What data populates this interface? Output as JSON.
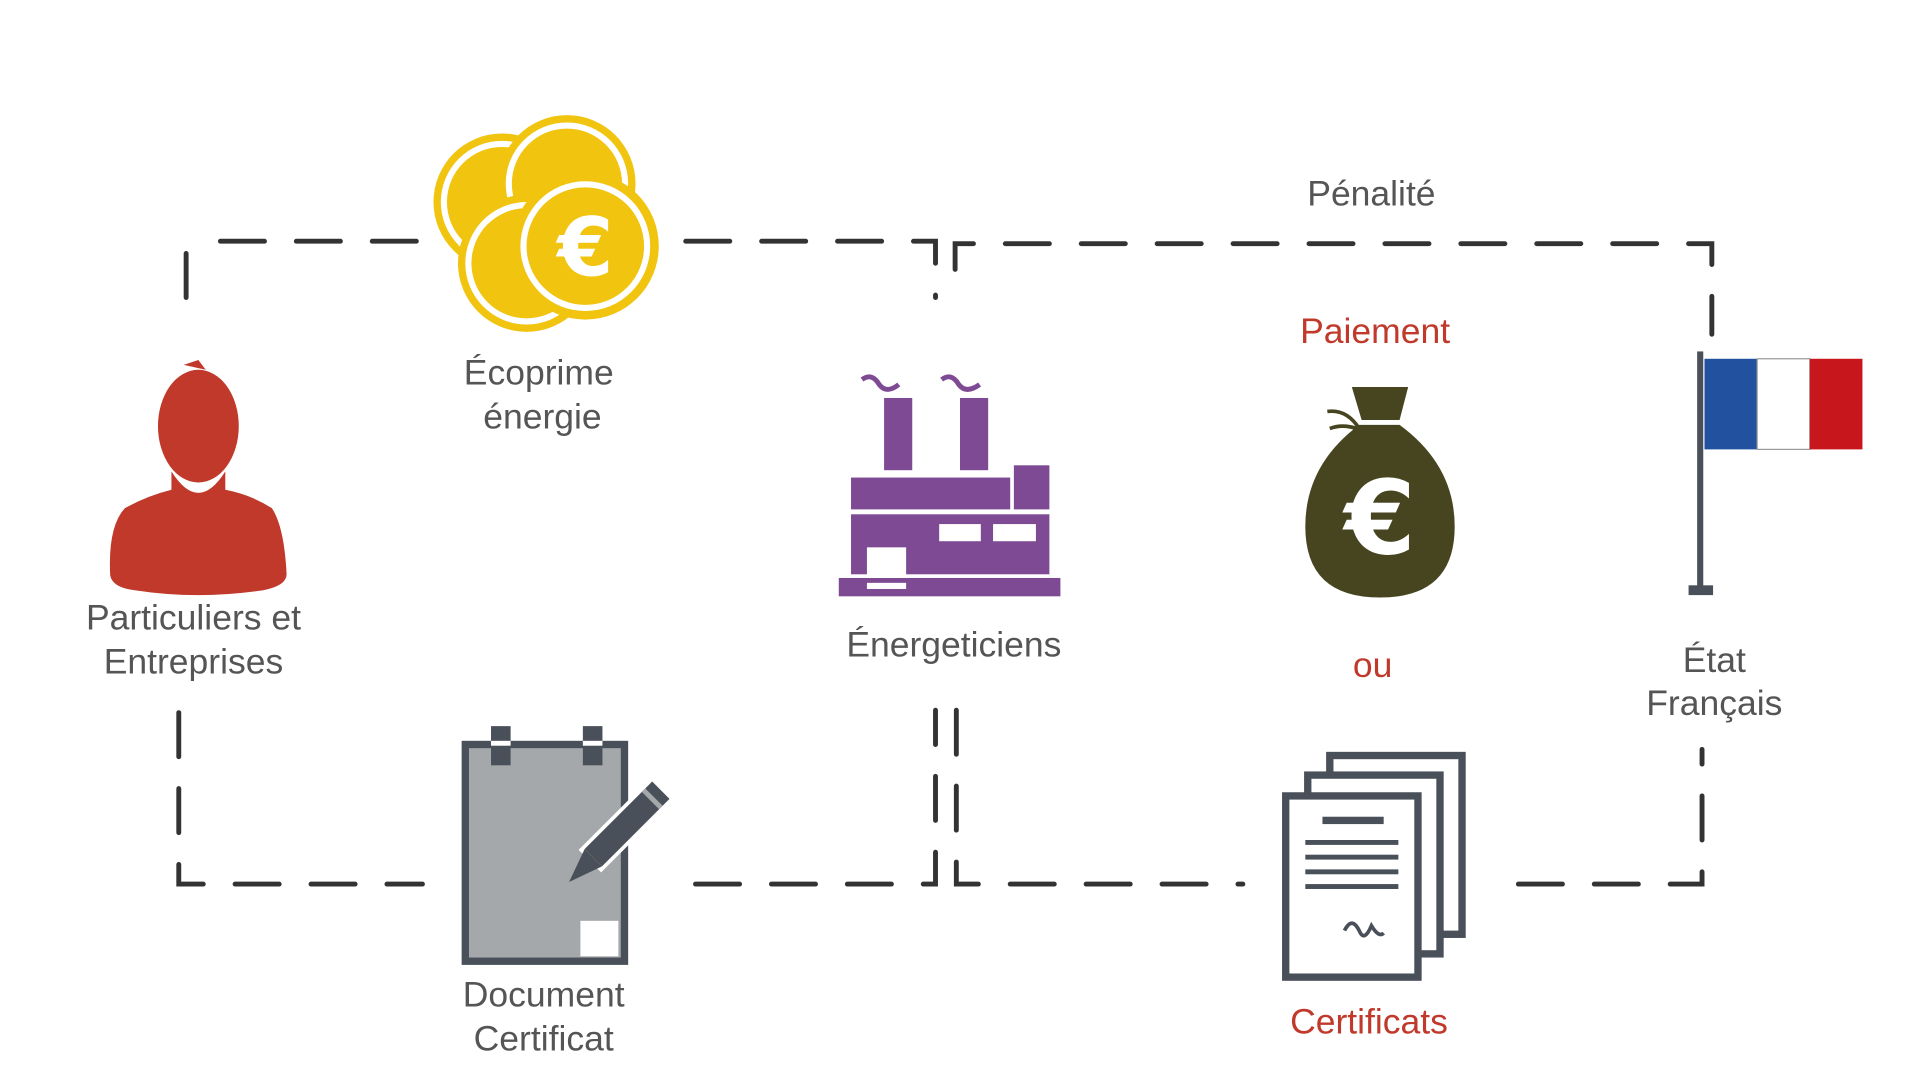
{
  "labels": {
    "ecoprime_line1": "Écoprime",
    "ecoprime_line2": "énergie",
    "particuliers_line1": "Particuliers et",
    "particuliers_line2": "Entreprises",
    "energeticiens": "Énergeticiens",
    "penalite": "Pénalité",
    "paiement": "Paiement",
    "ou": "ou",
    "etat_line1": "État",
    "etat_line2": "Français",
    "document_line1": "Document",
    "document_line2": "Certificat",
    "certificats": "Certificats"
  },
  "symbols": {
    "euro": "€"
  },
  "colors": {
    "person": "#c0392b",
    "coins": "#f1c40f",
    "factory": "#7f4a94",
    "money_bag": "#474420",
    "flag_blue": "#2251a0",
    "flag_white": "#ffffff",
    "flag_red": "#c8171c",
    "highlight_text": "#c0392b",
    "text": "#555555"
  }
}
